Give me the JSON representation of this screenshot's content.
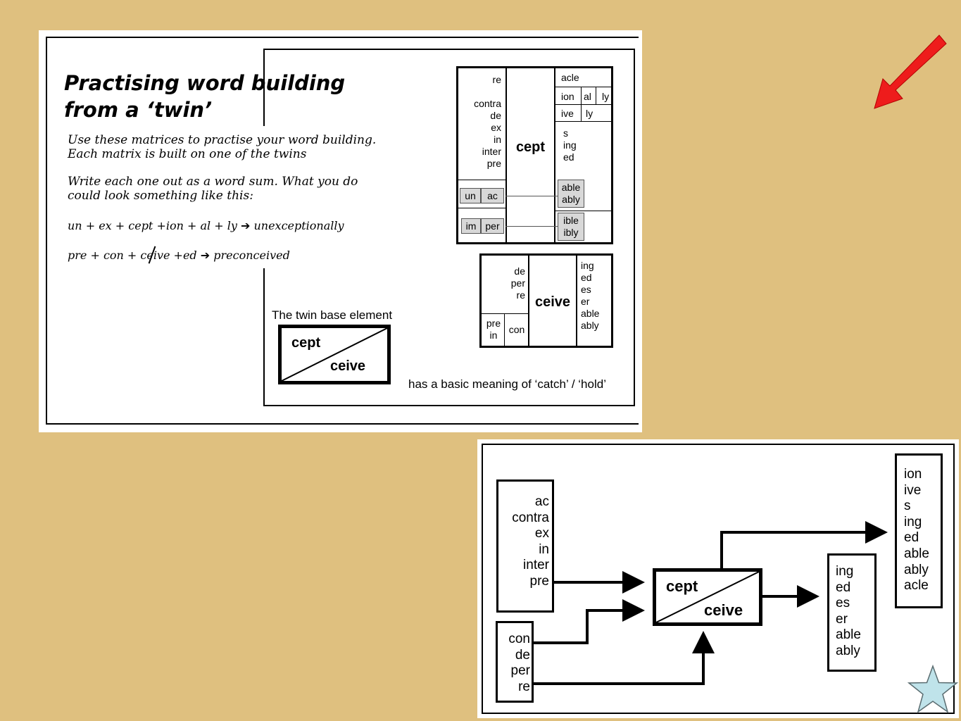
{
  "worksheet": {
    "title_line1": "Practising word building",
    "title_line2": "from a ‘twin’",
    "instructions_1": "Use these matrices to practise your word building.\nEach matrix is built on one of the twins",
    "instructions_2": "Write each one out as a word sum. What you do\ncould look something like this:",
    "example_1_sum": "un + ex + cept +ion + al + ly",
    "example_1_result": "unexceptionally",
    "example_2_sum": "pre + con + ceive +ed",
    "example_2_result": "preconceived",
    "twin_label": "The twin base element",
    "twin_top": "cept",
    "twin_bottom": "ceive",
    "meaning": "has a basic meaning of ‘catch’ / ‘hold’",
    "arrow_glyph": "➔"
  },
  "cept_matrix": {
    "prefixes": "re\n\ncontra\nde\nex\nin\ninter\npre",
    "base": "cept",
    "un": "un",
    "ac": "ac",
    "im": "im",
    "per": "per",
    "acle": "acle",
    "ion": "ion",
    "al": "al",
    "ly1": "ly",
    "ive": "ive",
    "ly2": "ly",
    "s_ing_ed": "s\ning\ned",
    "able": "able\nably",
    "ible": "ible\nibly"
  },
  "ceive_matrix": {
    "prefixes": "de\nper\nre",
    "pre_in": "pre\nin",
    "con": "con",
    "base": "ceive",
    "suffixes": "ing\ned\nes\ner\nable\nably"
  },
  "flow": {
    "prefixes_a": "ac\ncontra\nex\nin\ninter\npre",
    "prefixes_b": "con\nde\nper\nre",
    "base_top": "cept",
    "base_bottom": "ceive",
    "suffixes_mid": "ing\ned\nes\ner\nable\nably",
    "suffixes_right": "ion\nive\ns\ning\ned\nable\nably\nacle"
  },
  "colors": {
    "background": "#dfc07f",
    "pointer_arrow": "#ee1c1c",
    "star": "#bfe3ea"
  },
  "icons": {
    "pointer": "red-arrow-icon",
    "star": "star-icon"
  }
}
